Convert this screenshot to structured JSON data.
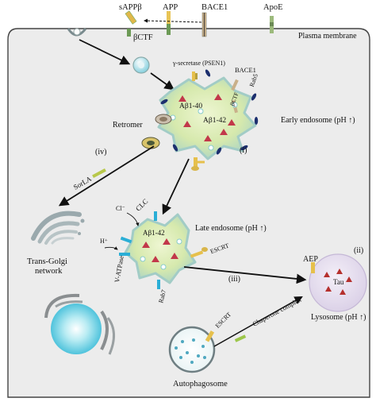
{
  "labels": {
    "sappb": "sAPPβ",
    "app": "APP",
    "bace1_top": "BACE1",
    "apoe": "ApoE",
    "plasma_membrane": "Plasma membrane",
    "bctf": "βCTF",
    "gamma_secretase": "γ-secretase (PSEN1)",
    "bace1_endo": "BACE1",
    "rab5": "Rab5",
    "abeta40": "Aβ1-40",
    "abeta42_early": "Aβ1-42",
    "bctf_small": "βCTF",
    "retromer": "Retromer",
    "early_endosome": "Early endosome (pH ↑)",
    "marker_iv": "(iv)",
    "marker_i": "(i)",
    "marker_ii": "(ii)",
    "marker_iii": "(iii)",
    "sorla": "SorLA",
    "trans_golgi_1": "Trans-Golgi",
    "trans_golgi_2": "network",
    "cl": "Cl⁻",
    "clc": "CLC",
    "abeta42_late": "Aβ1-42",
    "hplus": "H⁺",
    "vatpase": "V-ATPase",
    "late_endosome": "Late endosome (pH ↑)",
    "escrt_late": "ESCRT",
    "rab7": "Rab7",
    "aep": "AEP",
    "tau": "Tau",
    "lysosome": "Lysosome (pH ↑)",
    "escrt_auto": "ESCRT",
    "chaperone": "Chaperone complex",
    "autophagosome": "Autophagosome"
  },
  "colors": {
    "cell_fill": "#ececec",
    "cell_border": "#444444",
    "endosome_fill": "#d3e8a8",
    "endosome_edge": "#9cc6c6",
    "vesicle_fill": "#8fd3e0",
    "abeta_triangle": "#c2384a",
    "lysosome_fill": "#e4dcec",
    "tau_triangle": "#b5302d",
    "nucleus_fill": "#7fd6e6",
    "golgi_stroke": "#8a9aa0",
    "arrow": "#111111",
    "rab_marker": "#1c2f6e"
  },
  "icons": [
    "receptor-icon",
    "gamma-secretase-icon",
    "retromer-icon",
    "vesicle-icon",
    "golgi-icon",
    "nucleus-icon"
  ]
}
